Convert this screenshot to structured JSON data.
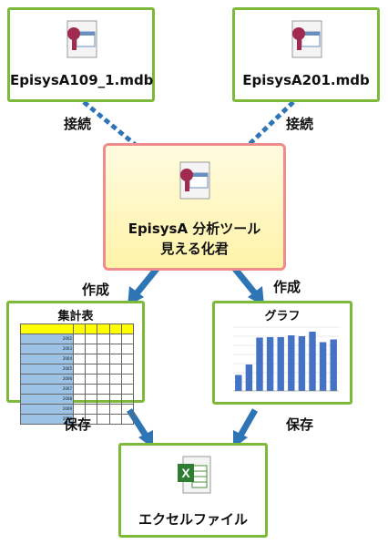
{
  "db_left": {
    "label": "EpisysA109_1.mdb",
    "icon": "access-db-icon"
  },
  "db_right": {
    "label": "EpisysA201.mdb",
    "icon": "access-db-icon"
  },
  "connect_label": "接続",
  "tool": {
    "line1": "EpisysA 分析ツール",
    "line2": "見える化君",
    "icon": "access-db-icon"
  },
  "create_label": "作成",
  "save_label": "保存",
  "table_box": {
    "title": "集計表",
    "headers": [
      "",
      "",
      "",
      "",
      "",
      ""
    ],
    "rows": [
      [
        "2002",
        "",
        "",
        "",
        "",
        ""
      ],
      [
        "2003",
        "",
        "",
        "",
        "",
        ""
      ],
      [
        "2004",
        "",
        "",
        "",
        "",
        ""
      ],
      [
        "2005",
        "",
        "",
        "",
        "",
        ""
      ],
      [
        "2006",
        "",
        "",
        "",
        "",
        ""
      ],
      [
        "2007",
        "",
        "",
        "",
        "",
        ""
      ],
      [
        "2008",
        "",
        "",
        "",
        "",
        ""
      ],
      [
        "2009",
        "",
        "",
        "",
        "",
        ""
      ],
      [
        "2010",
        "",
        "",
        "",
        "",
        ""
      ]
    ]
  },
  "graph_box": {
    "title": "グラフ"
  },
  "excel": {
    "label": "エクセルファイル",
    "icon": "excel-icon"
  },
  "colors": {
    "box_border": "#7dba3a",
    "tool_border": "#f08c8c",
    "tool_fill": "#fff8c0",
    "arrow": "#2e75b6",
    "bar": "#4472c4"
  },
  "chart_data": {
    "type": "bar",
    "categories": [
      "",
      "",
      "",
      "",
      "",
      "",
      "",
      "",
      "",
      ""
    ],
    "values": [
      35,
      58,
      117,
      118,
      118,
      122,
      120,
      130,
      107,
      113
    ],
    "ylim": [
      0,
      140
    ],
    "title": "",
    "xlabel": "",
    "ylabel": "",
    "grid": true
  }
}
